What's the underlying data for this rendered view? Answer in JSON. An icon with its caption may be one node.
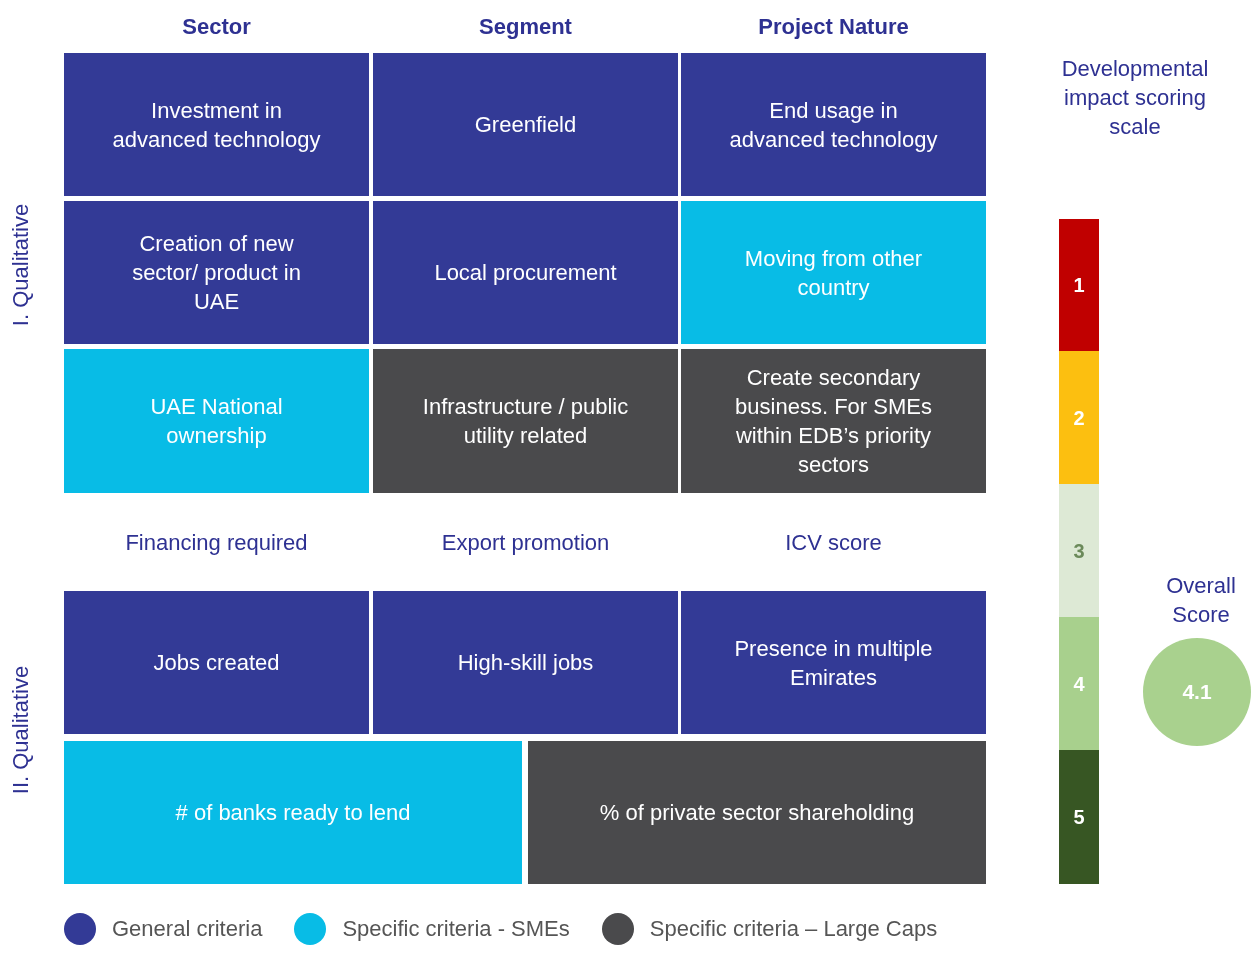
{
  "diagram": {
    "nodes": [
      {
        "text": [
          "Investment in advanced technology"
        ]
      },
      {
        "text": [
          "Greenfield"
        ]
      },
      {
        "text": [
          "End usage in advanced technology"
        ]
      },
      {
        "text": [
          "Creation of new sector/ product in UAE"
        ]
      },
      {
        "text": [
          "Local procurement"
        ]
      },
      {
        "text": [
          "Moving from other country"
        ]
      },
      {
        "text": [
          "UAE National ownership"
        ]
      },
      {
        "text": [
          "Infrastructure / public utility related"
        ]
      },
      {
        "text": [
          "Create secondary business. For SMEs within EDB’s priority sectors"
        ]
      },
      {
        "text": [
          "Jobs created"
        ]
      },
      {
        "text": [
          "High-skill jobs"
        ]
      },
      {
        "text": [
          "Presence in multiple Emirates"
        ]
      },
      {
        "text": [
          "# of banks ready to lend"
        ]
      },
      {
        "text": [
          "% of private sector shareholding"
        ]
      },
      {
        "text": [
          "1"
        ]
      },
      {
        "text": [
          "2"
        ]
      },
      {
        "text": [
          "3"
        ]
      },
      {
        "text": [
          "4"
        ]
      },
      {
        "text": [
          "5"
        ]
      },
      {
        "text": [
          "4.1"
        ],
        "beside": [
          "Overall Score"
        ]
      }
    ],
    "labels": [
      "Sector",
      "Segment",
      "Project Nature",
      "Developmental impact scoring scale",
      "I. Qualitative",
      "Financing required",
      "Export promotion",
      "ICV score",
      "II. Qualitative"
    ],
    "legend": [
      {
        "text": "General criteria",
        "color": "#333a96"
      },
      {
        "text": "Specific criteria - SMEs",
        "color": "#08bce6"
      },
      {
        "text": "Specific criteria – Large Caps",
        "color": "#4a4a4c"
      }
    ]
  }
}
